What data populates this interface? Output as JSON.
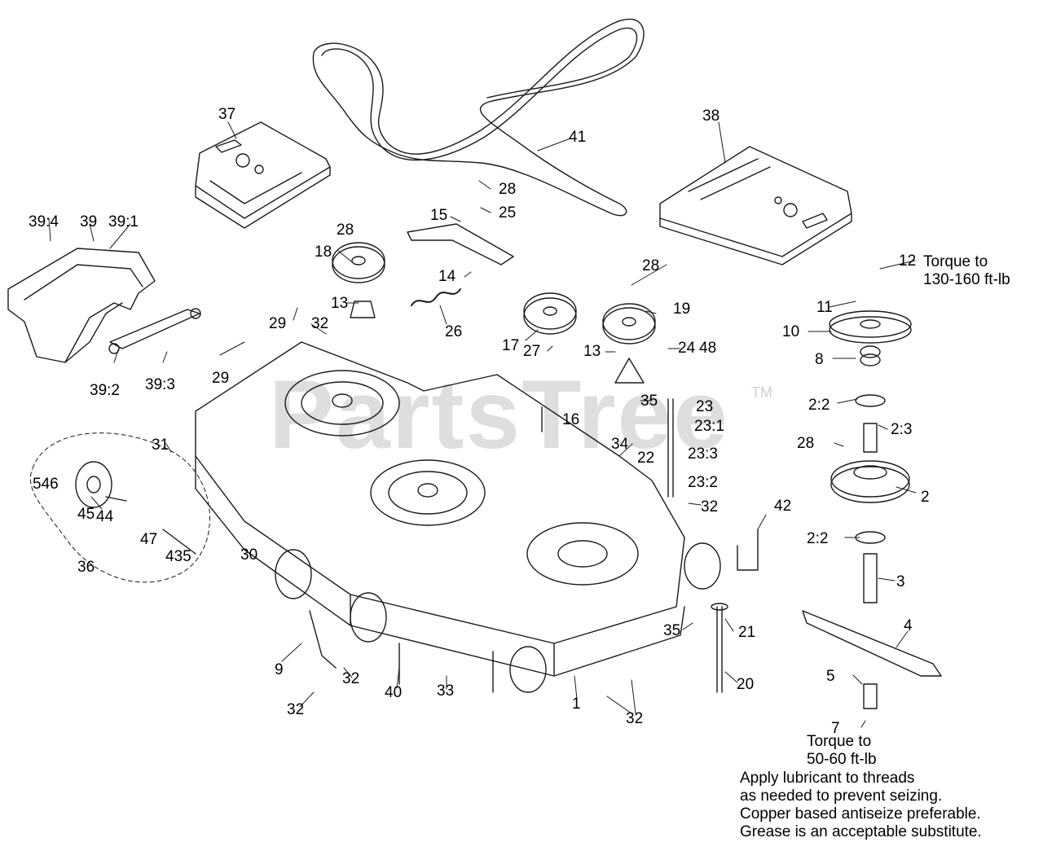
{
  "diagram": {
    "watermark": "PartsTree",
    "watermark_mark": "TM",
    "stroke_color": "#1a1a1a",
    "callouts": [
      {
        "id": "c37",
        "label": "37"
      },
      {
        "id": "c38",
        "label": "38"
      },
      {
        "id": "c41",
        "label": "41"
      },
      {
        "id": "c28a",
        "label": "28"
      },
      {
        "id": "c25",
        "label": "25"
      },
      {
        "id": "c15",
        "label": "15"
      },
      {
        "id": "c39_4",
        "label": "39:4"
      },
      {
        "id": "c39",
        "label": "39"
      },
      {
        "id": "c39_1",
        "label": "39:1"
      },
      {
        "id": "c28b",
        "label": "28"
      },
      {
        "id": "c18",
        "label": "18"
      },
      {
        "id": "c14",
        "label": "14"
      },
      {
        "id": "c28c",
        "label": "28"
      },
      {
        "id": "c12",
        "label": "12"
      },
      {
        "id": "c13a",
        "label": "13"
      },
      {
        "id": "c26",
        "label": "26"
      },
      {
        "id": "c29a",
        "label": "29"
      },
      {
        "id": "c32a",
        "label": "32"
      },
      {
        "id": "c17",
        "label": "17"
      },
      {
        "id": "c19",
        "label": "19"
      },
      {
        "id": "c11",
        "label": "11"
      },
      {
        "id": "c10",
        "label": "10"
      },
      {
        "id": "c39_2",
        "label": "39:2"
      },
      {
        "id": "c39_3",
        "label": "39:3"
      },
      {
        "id": "c29b",
        "label": "29"
      },
      {
        "id": "c27",
        "label": "27"
      },
      {
        "id": "c13b",
        "label": "13"
      },
      {
        "id": "c24",
        "label": "24"
      },
      {
        "id": "c48",
        "label": "48"
      },
      {
        "id": "c8",
        "label": "8"
      },
      {
        "id": "c2_2a",
        "label": "2:2"
      },
      {
        "id": "c35a",
        "label": "35"
      },
      {
        "id": "c23",
        "label": "23"
      },
      {
        "id": "c16",
        "label": "16"
      },
      {
        "id": "c23_1",
        "label": "23:1"
      },
      {
        "id": "c2_3",
        "label": "2:3"
      },
      {
        "id": "c31",
        "label": "31"
      },
      {
        "id": "c34",
        "label": "34"
      },
      {
        "id": "c28d",
        "label": "28"
      },
      {
        "id": "c23_3",
        "label": "23:3"
      },
      {
        "id": "c22",
        "label": "22"
      },
      {
        "id": "c23_2",
        "label": "23:2"
      },
      {
        "id": "c546",
        "label": "546"
      },
      {
        "id": "c2",
        "label": "2"
      },
      {
        "id": "c32b",
        "label": "32"
      },
      {
        "id": "c42",
        "label": "42"
      },
      {
        "id": "c45",
        "label": "45"
      },
      {
        "id": "c44",
        "label": "44"
      },
      {
        "id": "c2_2b",
        "label": "2:2"
      },
      {
        "id": "c47",
        "label": "47"
      },
      {
        "id": "c435",
        "label": "435"
      },
      {
        "id": "c30",
        "label": "30"
      },
      {
        "id": "c36",
        "label": "36"
      },
      {
        "id": "c3",
        "label": "3"
      },
      {
        "id": "c4",
        "label": "4"
      },
      {
        "id": "c21",
        "label": "21"
      },
      {
        "id": "c35b",
        "label": "35"
      },
      {
        "id": "c9",
        "label": "9"
      },
      {
        "id": "c32c",
        "label": "32"
      },
      {
        "id": "c5",
        "label": "5"
      },
      {
        "id": "c40",
        "label": "40"
      },
      {
        "id": "c33",
        "label": "33"
      },
      {
        "id": "c20",
        "label": "20"
      },
      {
        "id": "c1",
        "label": "1"
      },
      {
        "id": "c32d",
        "label": "32"
      },
      {
        "id": "c32e",
        "label": "32"
      },
      {
        "id": "c7",
        "label": "7"
      }
    ],
    "notes": {
      "torque_top": [
        "Torque to",
        "130-160 ft-lb"
      ],
      "torque_bottom": [
        "Torque to",
        "50-60 ft-lb"
      ],
      "lubricant": [
        "Apply lubricant to threads",
        "as needed to prevent seizing.",
        "Copper based antiseize preferable.",
        "Grease is an acceptable substitute."
      ]
    }
  }
}
